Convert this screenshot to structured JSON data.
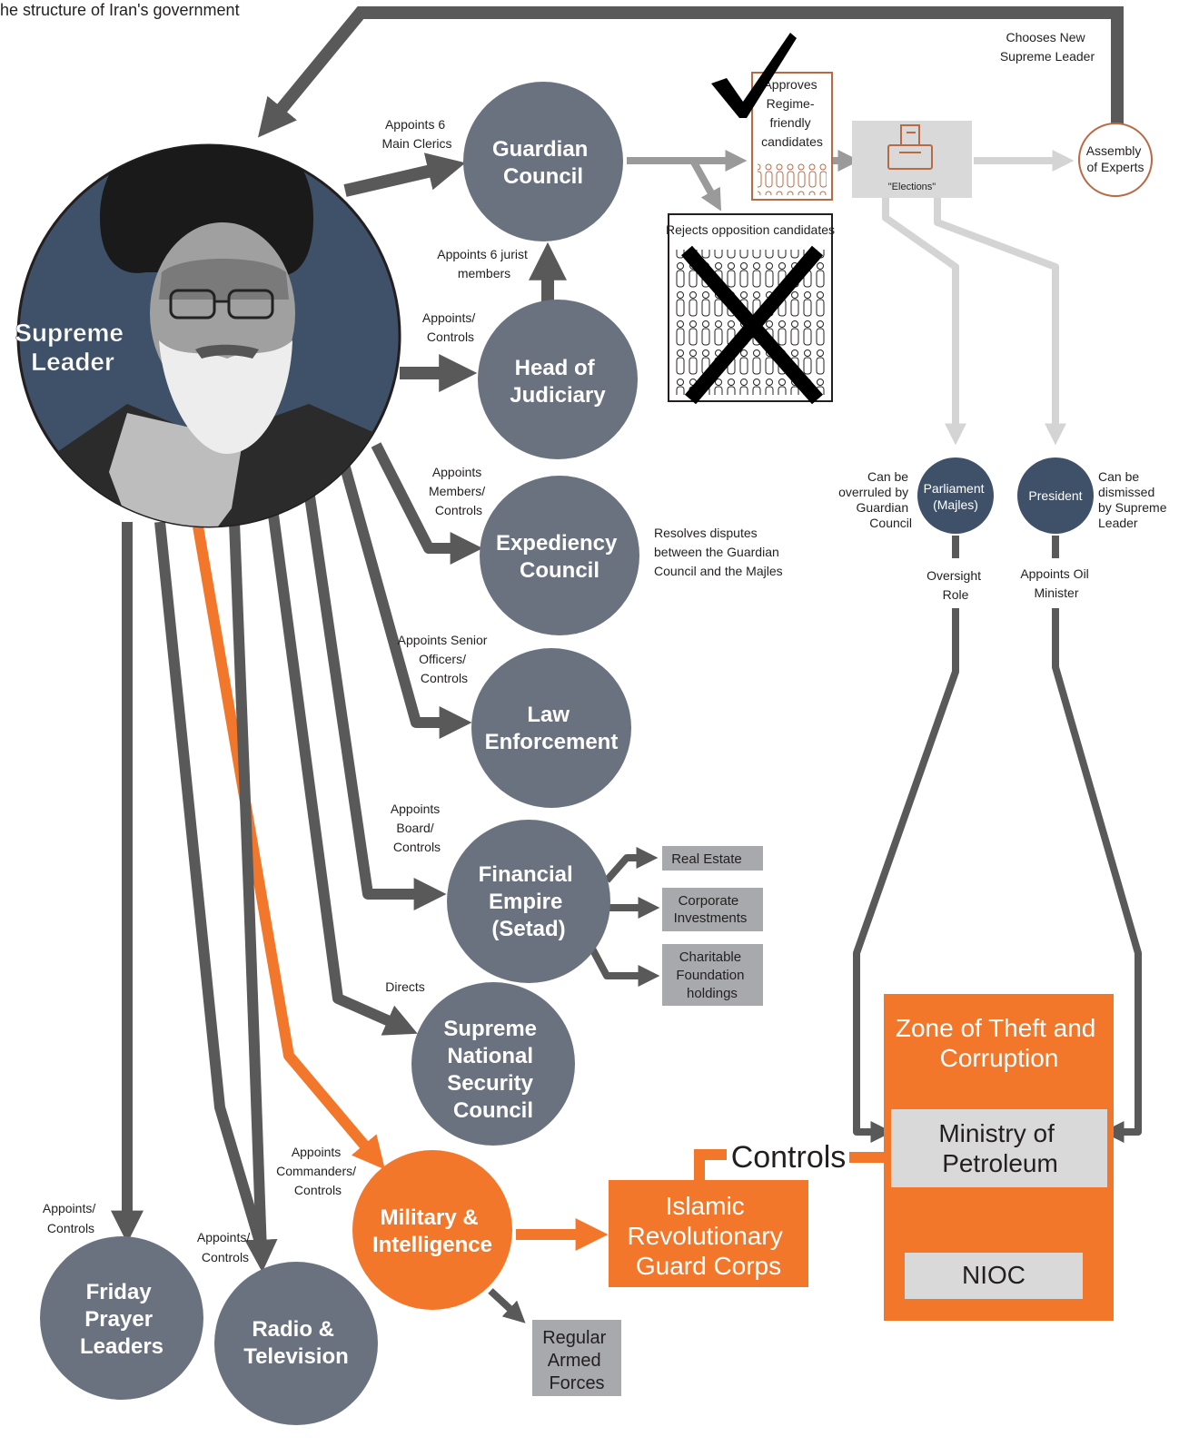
{
  "title": "he structure of Iran's government",
  "colors": {
    "node_fill": "#6a7280",
    "leader_fill": "#3e5168",
    "elected_fill": "#3e5168",
    "arrow_dark": "#595959",
    "arrow_light": "#d4d4d4",
    "accent_orange": "#f2772b",
    "ballot_outline": "#b96a45",
    "box_grey": "#a7a9ac",
    "box_light": "#d9d9d9"
  },
  "nodes": {
    "supreme_leader": [
      "Supreme",
      "Leader"
    ],
    "guardian_council": [
      "Guardian",
      "Council"
    ],
    "head_of_judiciary": [
      "Head of",
      "Judiciary"
    ],
    "expediency_council": [
      "Expediency",
      "Council"
    ],
    "law_enforcement": [
      "Law",
      "Enforcement"
    ],
    "financial_empire": [
      "Financial",
      "Empire",
      "(Setad)"
    ],
    "national_security": [
      "Supreme",
      "National",
      "Security",
      "Council"
    ],
    "military": [
      "Military &",
      "Intelligence"
    ],
    "friday_prayer": [
      "Friday",
      "Prayer",
      "Leaders"
    ],
    "radio_tv": [
      "Radio &",
      "Television"
    ],
    "assembly": [
      "Assembly",
      "of Experts"
    ],
    "parliament": [
      "Parliament",
      "(Majles)"
    ],
    "president": "President"
  },
  "labels": {
    "appoints_6_clerics": [
      "Appoints 6",
      "Main Clerics"
    ],
    "appoints_6_jurist": [
      "Appoints 6 jurist",
      "members"
    ],
    "appoints_controls_judiciary": [
      "Appoints/",
      "Controls"
    ],
    "appoints_members": [
      "Appoints",
      "Members/",
      "Controls"
    ],
    "appoints_officers": [
      "Appoints Senior",
      "Officers/",
      "Controls"
    ],
    "appoints_board": [
      "Appoints",
      "Board/",
      "Controls"
    ],
    "directs": "Directs",
    "appoints_commanders": [
      "Appoints",
      "Commanders/",
      "Controls"
    ],
    "appoints_friday": [
      "Appoints/",
      "Controls"
    ],
    "appoints_radio": [
      "Appoints/",
      "Controls"
    ],
    "approves": [
      "Approves",
      "Regime-",
      "friendly",
      "candidates"
    ],
    "rejects": "Rejects opposition candidates",
    "elections": "\"Elections\"",
    "chooses": [
      "Chooses New",
      "Supreme Leader"
    ],
    "resolves": [
      "Resolves disputes",
      "between the Guardian",
      "Council and the Majles"
    ],
    "overruled": [
      "Can be",
      "overruled by",
      "Guardian",
      "Council"
    ],
    "dismissed": [
      "Can be",
      "dismissed",
      "by Supreme",
      "Leader"
    ],
    "oversight": [
      "Oversight",
      "Role"
    ],
    "oil_minister": [
      "Appoints Oil",
      "Minister"
    ],
    "controls": "Controls"
  },
  "boxes": {
    "real_estate": [
      "Real Estate"
    ],
    "corporate": [
      "Corporate",
      "Investments"
    ],
    "charitable": [
      "Charitable",
      "Foundation",
      "holdings"
    ],
    "regular_forces": [
      "Regular",
      "Armed",
      "Forces"
    ],
    "irgc": [
      "Islamic",
      "Revolutionary",
      "Guard Corps"
    ],
    "zone_title": [
      "Zone of Theft and",
      "Corruption"
    ],
    "ministry": [
      "Ministry of",
      "Petroleum"
    ],
    "nioc": [
      "NIOC"
    ]
  },
  "icons": {
    "checkmark": "checkmark-icon",
    "cross": "cross-icon",
    "ballot_box": "ballot-box-icon",
    "portrait": "supreme-leader-portrait"
  }
}
